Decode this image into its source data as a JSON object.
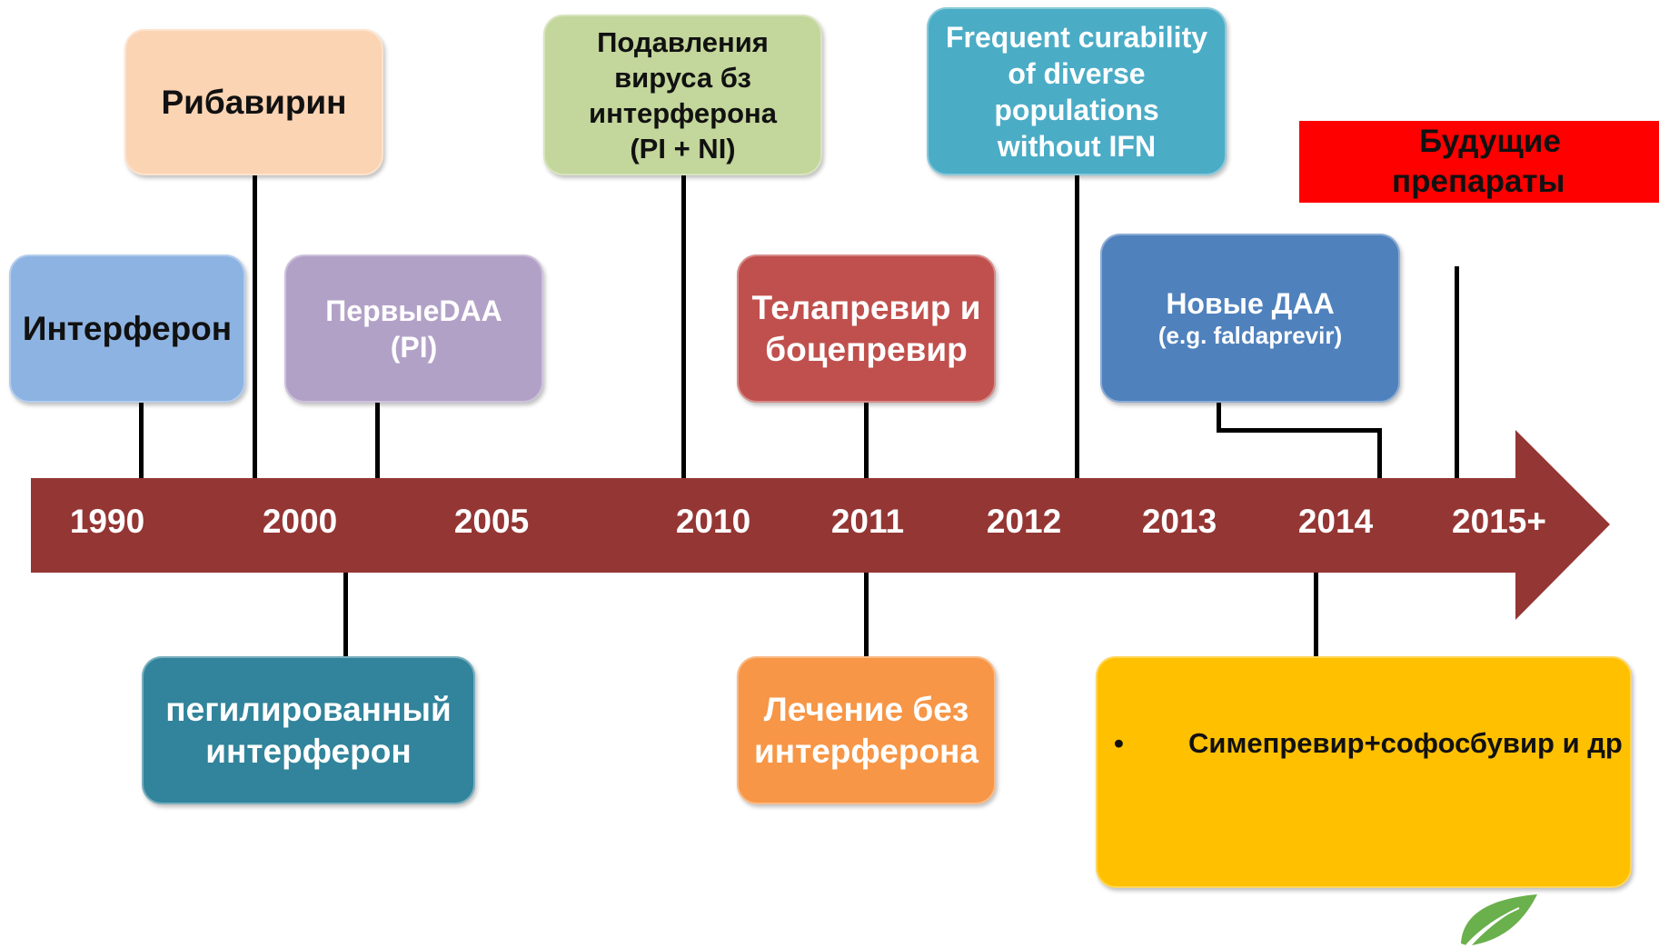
{
  "timeline": {
    "years": [
      "1990",
      "2000",
      "2005",
      "2010",
      "2011",
      "2012",
      "2013",
      "2014",
      "2015+"
    ],
    "arrow_color": "#943634"
  },
  "boxes": {
    "interferon": {
      "text": "Интерферон",
      "color": "#8db3e2"
    },
    "ribavirin": {
      "text": "Рибавирин",
      "color": "#fbd4b4"
    },
    "first_daa": {
      "line1": "ПервыеDAA",
      "line2": "(PI)",
      "color": "#b2a1c7"
    },
    "suppression": {
      "line1": "Подавления",
      "line2": "вируса бз",
      "line3": "интерферона",
      "line4": "(PI + NI)",
      "color": "#c3d69b"
    },
    "frequent": {
      "line1": "Frequent curability",
      "line2": "of diverse",
      "line3": "populations",
      "line4": "without IFN",
      "color": "#4bacc6"
    },
    "future": {
      "line1": "Будущие",
      "line2": "препараты",
      "color": "#ff0000"
    },
    "telaprevir": {
      "line1": "Телапревир и",
      "line2": "боцепревир",
      "color": "#c0504d"
    },
    "new_daa": {
      "line1": "Новые ДАА",
      "line2": "(e.g. faldaprevir)",
      "color": "#4f81bd"
    },
    "peg_ifn": {
      "line1": "пегилированный",
      "line2": "интерферон",
      "color": "#31849b"
    },
    "ifn_free": {
      "line1": "Лечение без",
      "line2": "интерферона",
      "color": "#f79646"
    },
    "simeprevir": {
      "bullet": "•",
      "text": "Симепревир+софосбувир и др",
      "color": "#ffc000"
    }
  }
}
